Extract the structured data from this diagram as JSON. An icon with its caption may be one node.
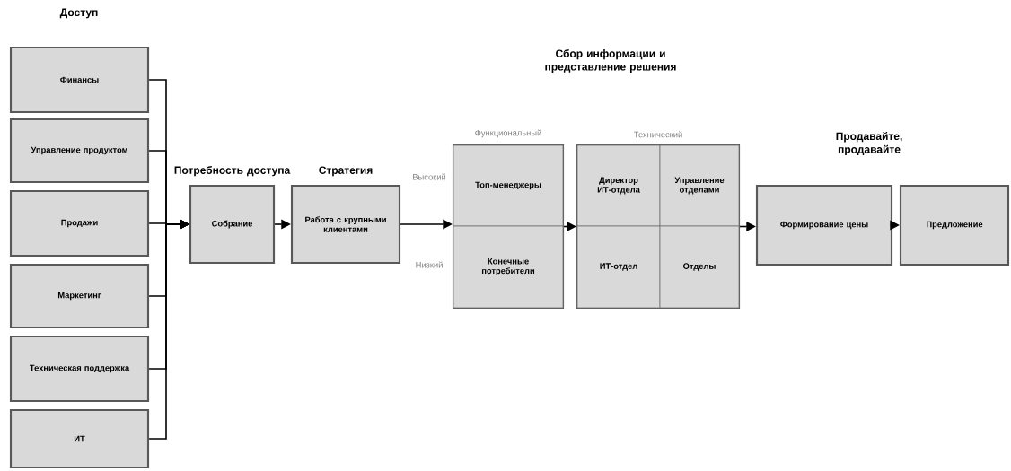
{
  "diagram": {
    "nodes": [
      {
        "text": [
          "Финансы"
        ]
      },
      {
        "text": [
          "Управление продуктом"
        ]
      },
      {
        "text": [
          "Продажи"
        ]
      },
      {
        "text": [
          "Маркетинг"
        ]
      },
      {
        "text": [
          "Техническая поддержка"
        ]
      },
      {
        "text": [
          "ИТ"
        ]
      },
      {
        "text": [
          "Собрание"
        ],
        "beside": [
          "Потребность доступа"
        ]
      },
      {
        "text": [
          "Работа с крупными клиентами"
        ],
        "beside": [
          "Стратегия"
        ]
      },
      {
        "text": [
          "Функциональный"
        ]
      },
      {
        "text": [
          "Топ-менеджеры"
        ],
        "in": 8
      },
      {
        "text": [
          "Конечные потребители"
        ],
        "in": 8
      },
      {
        "text": [
          "Технический"
        ]
      },
      {
        "text": [
          "Директор ИТ-отдела"
        ],
        "in": 11
      },
      {
        "text": [
          "Управление отделами"
        ],
        "in": 11
      },
      {
        "text": [
          "ИТ-отдел"
        ],
        "in": 11
      },
      {
        "text": [
          "Отделы"
        ],
        "in": 11
      },
      {
        "text": [
          "Формирование цены"
        ]
      },
      {
        "text": [
          "Предложение"
        ]
      }
    ],
    "edges": [
      {
        "from": 0,
        "to": 6,
        "arrow": "to"
      },
      {
        "from": 1,
        "to": 6,
        "arrow": "to"
      },
      {
        "from": 2,
        "to": 6,
        "arrow": "to"
      },
      {
        "from": 3,
        "to": 6,
        "arrow": "to"
      },
      {
        "from": 4,
        "to": 6,
        "arrow": "to"
      },
      {
        "from": 5,
        "to": 6,
        "arrow": "to"
      },
      {
        "from": 6,
        "to": 7,
        "arrow": "to"
      },
      {
        "from": 7,
        "to": 8,
        "arrow": "to"
      },
      {
        "from": 8,
        "to": 11,
        "arrow": "to"
      },
      {
        "from": 11,
        "to": 16,
        "arrow": "to"
      },
      {
        "from": 16,
        "to": 17,
        "arrow": "to"
      }
    ],
    "labels": [
      "Доступ",
      "Сбор информации и представление решения",
      "Высокий",
      "Низкий",
      "Продавайте, продавайте"
    ]
  }
}
